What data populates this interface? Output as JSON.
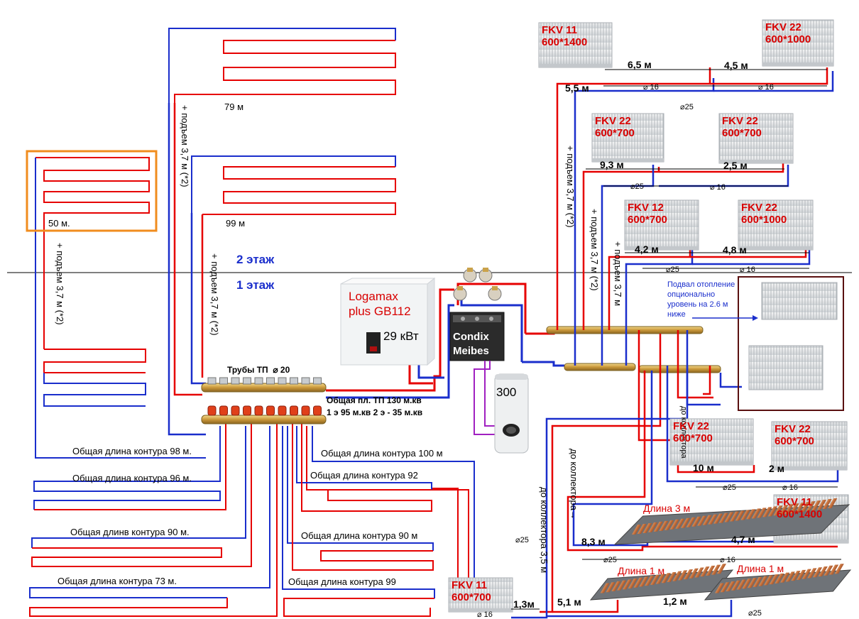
{
  "floors": {
    "second": "2 этаж",
    "first": "1 этаж"
  },
  "boiler": {
    "name_line1": "Logamax",
    "name_line2": "plus GB112",
    "power": "29 кВт"
  },
  "hydro": {
    "line1": "Condix",
    "line2": "Meibes"
  },
  "tank": {
    "volume": "300"
  },
  "basement": {
    "line1": "Подвал отопление",
    "line2": "опционально",
    "line3": "уровень на 2.6 м",
    "line4": "ниже"
  },
  "manifold": {
    "pipes": "Трубы ТП",
    "pipes_dia": "⌀ 20",
    "total": "Общая пл. ТП 130 м.кв",
    "split": "1 э   95 м.кв   2 э - 35 м.кв"
  },
  "loops": {
    "l79": "79 м",
    "l99": "99 м",
    "l50": "50 м.",
    "c98": "Общая длина контура 98 м.",
    "c96": "Общая длина контура 96 м.",
    "c90a": "Общая длинв контура 90 м.",
    "c73": "Общая длина контура 73 м.",
    "c100": "Общая длина контура 100 м",
    "c92": "Общая длина контура 92",
    "c90b": "Общая длина контура 90 м",
    "c99": "Общая длина контура 99"
  },
  "rises": {
    "r1": "+ подъем 3,7 м (*2)",
    "r2": "+ подъем 3,7 м (*2)",
    "r3": "+ подъем 3,7 м (*2)",
    "r4": "+ подъем 3,7 м (*2)",
    "r5": "+ подъем 3,7 м (*2)",
    "r6": "+ подъем 3,7 м",
    "r7": "до коллектора",
    "r8": "до коллектора→",
    "r9": "до коллектора 3,5 м"
  },
  "radiators": [
    {
      "l1": "FKV 11",
      "l2": "600*1400"
    },
    {
      "l1": "FKV 22",
      "l2": "600*1000"
    },
    {
      "l1": "FKV 22",
      "l2": "600*700"
    },
    {
      "l1": "FKV 22",
      "l2": "600*700"
    },
    {
      "l1": "FKV 12",
      "l2": "600*700"
    },
    {
      "l1": "FKV 22",
      "l2": "600*1000"
    },
    {
      "l1": "FKV 22",
      "l2": "600*700"
    },
    {
      "l1": "FKV 22",
      "l2": "600*700"
    },
    {
      "l1": "FKV 11",
      "l2": "600*1400"
    },
    {
      "l1": "FKV 11",
      "l2": "600*700"
    }
  ],
  "dims": {
    "d65": "6,5 м",
    "d45": "4,5 м",
    "d55": "5,5 м",
    "d93": "9,3 м",
    "d25m": "2,5 м",
    "d42": "4,2 м",
    "d48": "4,8 м",
    "d10": "10 м",
    "d2": "2 м",
    "d83": "8,3 м",
    "d47": "4,7 м",
    "d13": "1,3м",
    "d51": "5,1 м",
    "d12": "1,2 м"
  },
  "diam": {
    "a": "⌀ 16",
    "b": "⌀ 16",
    "c": "⌀25",
    "d": "⌀25",
    "e": "⌀ 16",
    "f": "⌀25",
    "g": "⌀ 16",
    "h": "⌀25",
    "i": "⌀ 16",
    "j": "⌀25",
    "k": "⌀25",
    "l": "⌀ 16",
    "m": "⌀ 16",
    "n": "⌀25"
  },
  "convectors": {
    "c1": "Длина 3 м",
    "c2": "Длина 1 м",
    "c3": "Длина 1 м"
  },
  "colors": {
    "supply": "#e60000",
    "return": "#1a2ecc",
    "highlight": "#f08c1e",
    "basement": "#5a1010"
  }
}
